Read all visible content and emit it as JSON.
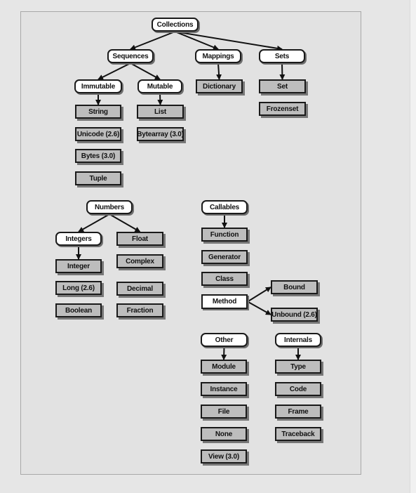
{
  "nodes": {
    "collections": "Collections",
    "sequences": "Sequences",
    "mappings": "Mappings",
    "sets": "Sets",
    "immutable": "Immutable",
    "mutable": "Mutable",
    "dictionary": "Dictionary",
    "set": "Set",
    "frozenset": "Frozenset",
    "string": "String",
    "unicode": "Unicode  (2.6)",
    "bytes": "Bytes (3.0)",
    "tuple": "Tuple",
    "list": "List",
    "bytearray": "Bytearray (3.0)",
    "numbers": "Numbers",
    "integers": "Integers",
    "float": "Float",
    "integer": "Integer",
    "long": "Long (2.6)",
    "boolean": "Boolean",
    "complex": "Complex",
    "decimal": "Decimal",
    "fraction": "Fraction",
    "callables": "Callables",
    "function": "Function",
    "generator": "Generator",
    "class": "Class",
    "method": "Method",
    "bound": "Bound",
    "unbound": "Unbound (2.6)",
    "other": "Other",
    "module": "Module",
    "instance": "Instance",
    "file": "File",
    "none": "None",
    "view": "View (3.0)",
    "internals": "Internals",
    "type": "Type",
    "code": "Code",
    "frame": "Frame",
    "traceback": "Traceback"
  },
  "edges": [
    [
      "collections",
      "sequences"
    ],
    [
      "collections",
      "mappings"
    ],
    [
      "collections",
      "sets"
    ],
    [
      "sequences",
      "immutable"
    ],
    [
      "sequences",
      "mutable"
    ],
    [
      "mappings",
      "dictionary"
    ],
    [
      "sets",
      "set"
    ],
    [
      "immutable",
      "string"
    ],
    [
      "mutable",
      "list"
    ],
    [
      "numbers",
      "integers"
    ],
    [
      "numbers",
      "float"
    ],
    [
      "integers",
      "integer"
    ],
    [
      "callables",
      "function"
    ],
    [
      "method",
      "bound"
    ],
    [
      "method",
      "unbound"
    ],
    [
      "other",
      "module"
    ],
    [
      "internals",
      "type"
    ]
  ]
}
